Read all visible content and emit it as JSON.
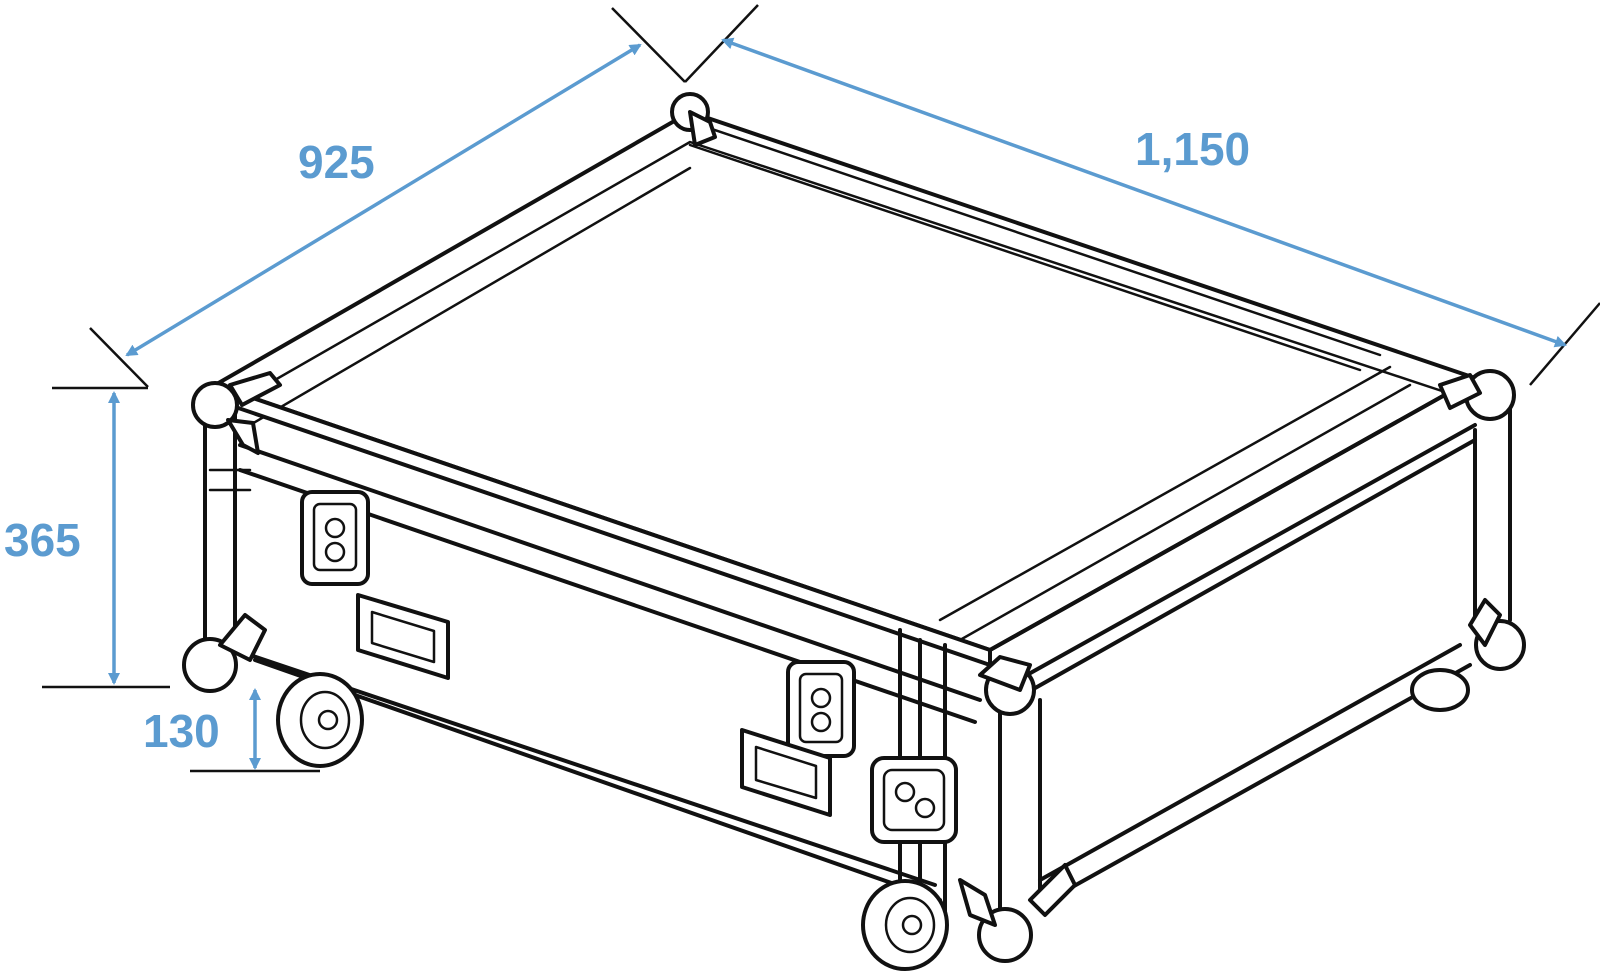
{
  "dimensions": {
    "depth": "925",
    "length": "1,150",
    "height": "365",
    "wheel": "130"
  },
  "colors": {
    "dimension": "#5b9bd0",
    "outline": "#111111"
  }
}
